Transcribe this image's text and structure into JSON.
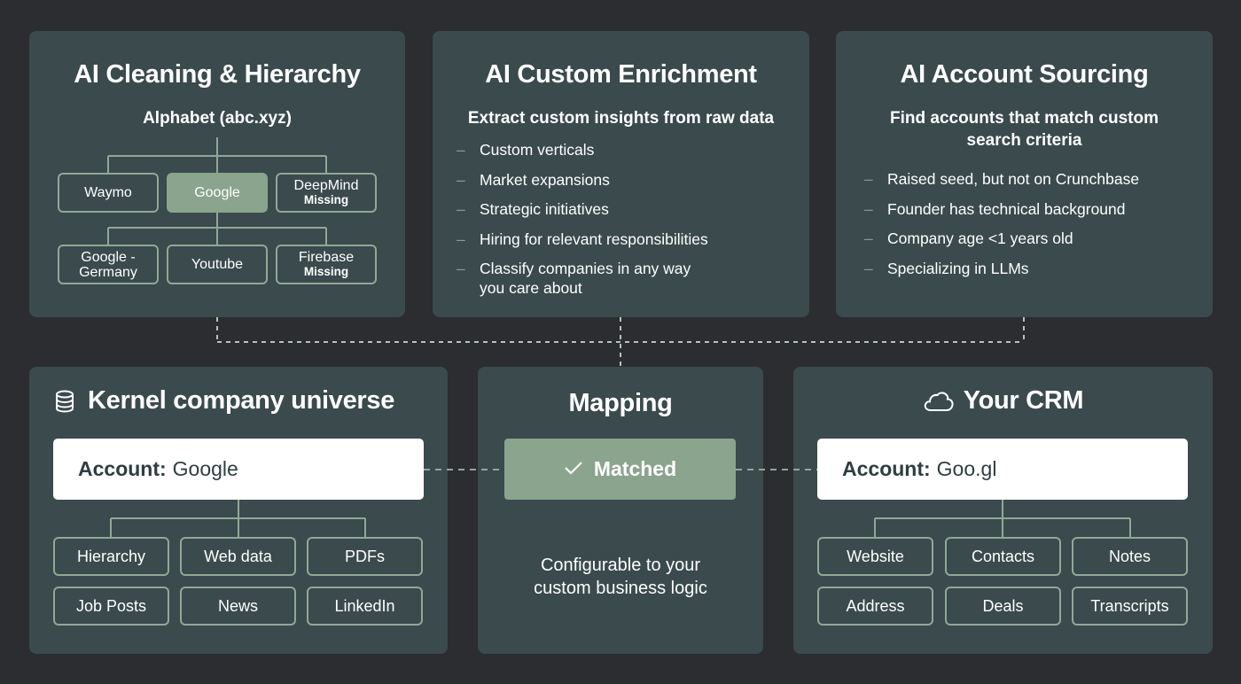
{
  "cleaning": {
    "title": "AI Cleaning & Hierarchy",
    "root": "Alphabet (abc.xyz)",
    "row1": [
      {
        "name": "Waymo",
        "tag": ""
      },
      {
        "name": "Google",
        "tag": ""
      },
      {
        "name": "DeepMind",
        "tag": "Missing"
      }
    ],
    "row2": [
      {
        "name": "Google -\nGermany",
        "tag": ""
      },
      {
        "name": "Youtube",
        "tag": ""
      },
      {
        "name": "Firebase",
        "tag": "Missing"
      }
    ]
  },
  "enrichment": {
    "title": "AI Custom Enrichment",
    "subtitle": "Extract custom insights from raw data",
    "items": [
      "Custom verticals",
      "Market expansions",
      "Strategic initiatives",
      "Hiring for relevant responsibilities",
      "Classify companies in any way\nyou care about"
    ]
  },
  "sourcing": {
    "title": "AI Account Sourcing",
    "subtitle": "Find accounts that match custom\nsearch criteria",
    "items": [
      "Raised seed, but not on Crunchbase",
      "Founder has technical background",
      "Company age <1 years old",
      "Specializing in LLMs"
    ]
  },
  "kernel": {
    "title": "Kernel company universe",
    "icon": "database-icon",
    "account_label": "Account:",
    "account_value": "Google",
    "sources": [
      "Hierarchy",
      "Web data",
      "PDFs",
      "Job Posts",
      "News",
      "LinkedIn"
    ]
  },
  "mapping": {
    "title": "Mapping",
    "status": "Matched",
    "status_icon": "check-icon",
    "caption": "Configurable to your\ncustom business logic"
  },
  "crm": {
    "title": "Your CRM",
    "icon": "cloud-icon",
    "account_label": "Account:",
    "account_value": "Goo.gl",
    "fields": [
      "Website",
      "Contacts",
      "Notes",
      "Address",
      "Deals",
      "Transcripts"
    ]
  },
  "colors": {
    "background": "#2b2d31",
    "panel": "#3a4a4d",
    "accent": "#8aa48e",
    "connector": "#91a896"
  }
}
